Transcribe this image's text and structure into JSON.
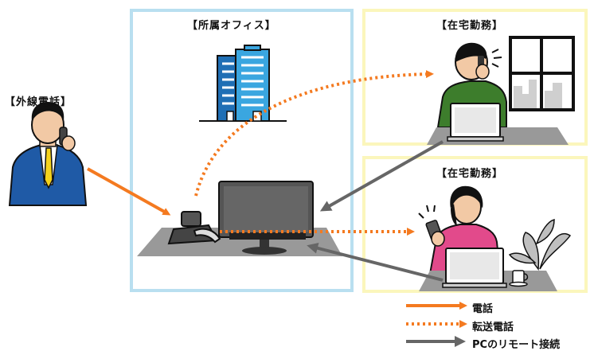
{
  "labels": {
    "office": "【所属オフィス】",
    "home1": "【在宅勤務】",
    "home2": "【在宅勤務】",
    "caller": "【外線電話】"
  },
  "legend": {
    "phone": "電話",
    "transfer": "転送電話",
    "remote": "PCのリモート接続"
  },
  "colors": {
    "phone": "#f47a20",
    "transfer": "#f47a20",
    "remote": "#666666",
    "office_border": "#b9dff0",
    "home_border": "#fbf6bc"
  }
}
